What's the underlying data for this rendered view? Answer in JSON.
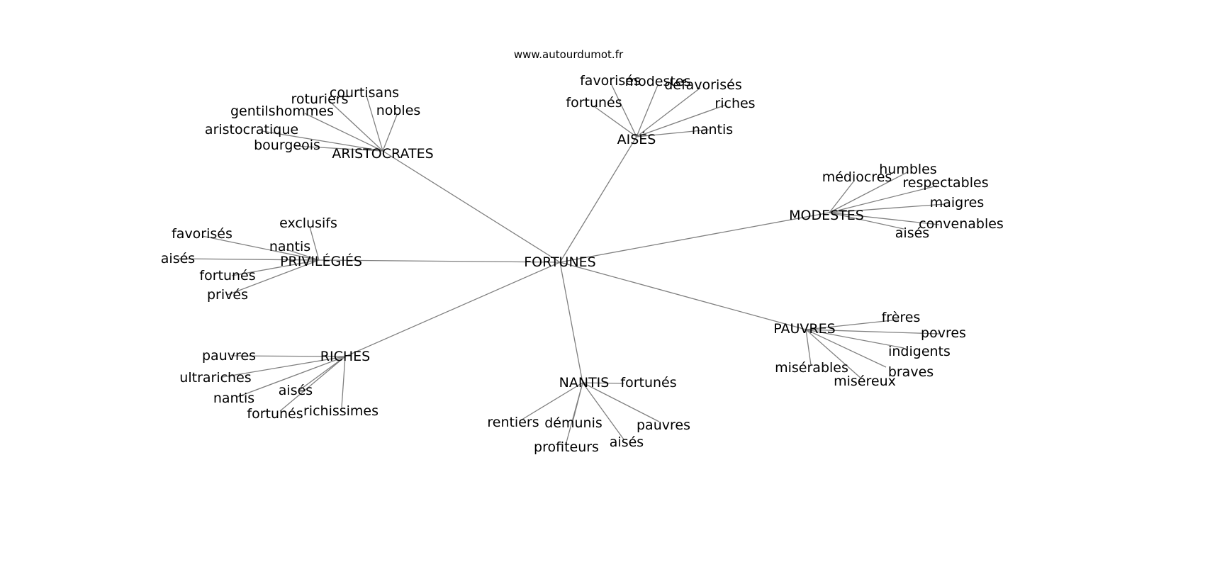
{
  "source": "www.autourdumot.fr",
  "center": {
    "id": "fortunes",
    "label": "FORTUNES"
  },
  "groups": [
    {
      "id": "aristocrates",
      "label": "ARISTOCRATES",
      "leaves": [
        {
          "id": "roturiers",
          "label": "roturiers"
        },
        {
          "id": "courtisans",
          "label": "courtisans"
        },
        {
          "id": "gentilshommes",
          "label": "gentilshommes"
        },
        {
          "id": "nobles",
          "label": "nobles"
        },
        {
          "id": "aristocratique",
          "label": "aristocratique"
        },
        {
          "id": "bourgeois",
          "label": "bourgeois"
        }
      ]
    },
    {
      "id": "aises",
      "label": "AISÉS",
      "leaves": [
        {
          "id": "favorises",
          "label": "favorisés"
        },
        {
          "id": "modestes",
          "label": "modestes"
        },
        {
          "id": "defavorises",
          "label": "défavorisés"
        },
        {
          "id": "fortunes",
          "label": "fortunés"
        },
        {
          "id": "riches",
          "label": "riches"
        },
        {
          "id": "nantis",
          "label": "nantis"
        }
      ]
    },
    {
      "id": "modestes",
      "label": "MODESTES",
      "leaves": [
        {
          "id": "humbles",
          "label": "humbles"
        },
        {
          "id": "mediocres",
          "label": "médiocres"
        },
        {
          "id": "respectables",
          "label": "respectables"
        },
        {
          "id": "maigres",
          "label": "maigres"
        },
        {
          "id": "convenables",
          "label": "convenables"
        },
        {
          "id": "aises",
          "label": "aisés"
        }
      ]
    },
    {
      "id": "privilegies",
      "label": "PRIVILÉGIÉS",
      "leaves": [
        {
          "id": "exclusifs",
          "label": "exclusifs"
        },
        {
          "id": "favorises",
          "label": "favorisés"
        },
        {
          "id": "nantis",
          "label": "nantis"
        },
        {
          "id": "aises",
          "label": "aisés"
        },
        {
          "id": "fortunes",
          "label": "fortunés"
        },
        {
          "id": "prives",
          "label": "privés"
        }
      ]
    },
    {
      "id": "pauvres",
      "label": "PAUVRES",
      "leaves": [
        {
          "id": "freres",
          "label": "frères"
        },
        {
          "id": "povres",
          "label": "povres"
        },
        {
          "id": "indigents",
          "label": "indigents"
        },
        {
          "id": "miserables",
          "label": "misérables"
        },
        {
          "id": "braves",
          "label": "braves"
        },
        {
          "id": "misereux",
          "label": "miséreux"
        }
      ]
    },
    {
      "id": "riches",
      "label": "RICHES",
      "leaves": [
        {
          "id": "pauvres",
          "label": "pauvres"
        },
        {
          "id": "ultrariches",
          "label": "ultrariches"
        },
        {
          "id": "aises",
          "label": "aisés"
        },
        {
          "id": "nantis",
          "label": "nantis"
        },
        {
          "id": "fortunes",
          "label": "fortunés"
        },
        {
          "id": "richissimes",
          "label": "richissimes"
        }
      ]
    },
    {
      "id": "nantis",
      "label": "NANTIS",
      "leaves": [
        {
          "id": "fortunes",
          "label": "fortunés"
        },
        {
          "id": "rentiers",
          "label": "rentiers"
        },
        {
          "id": "demunis",
          "label": "démunis"
        },
        {
          "id": "pauvres",
          "label": "pauvres"
        },
        {
          "id": "aises",
          "label": "aisés"
        },
        {
          "id": "profiteurs",
          "label": "profiteurs"
        }
      ]
    }
  ]
}
